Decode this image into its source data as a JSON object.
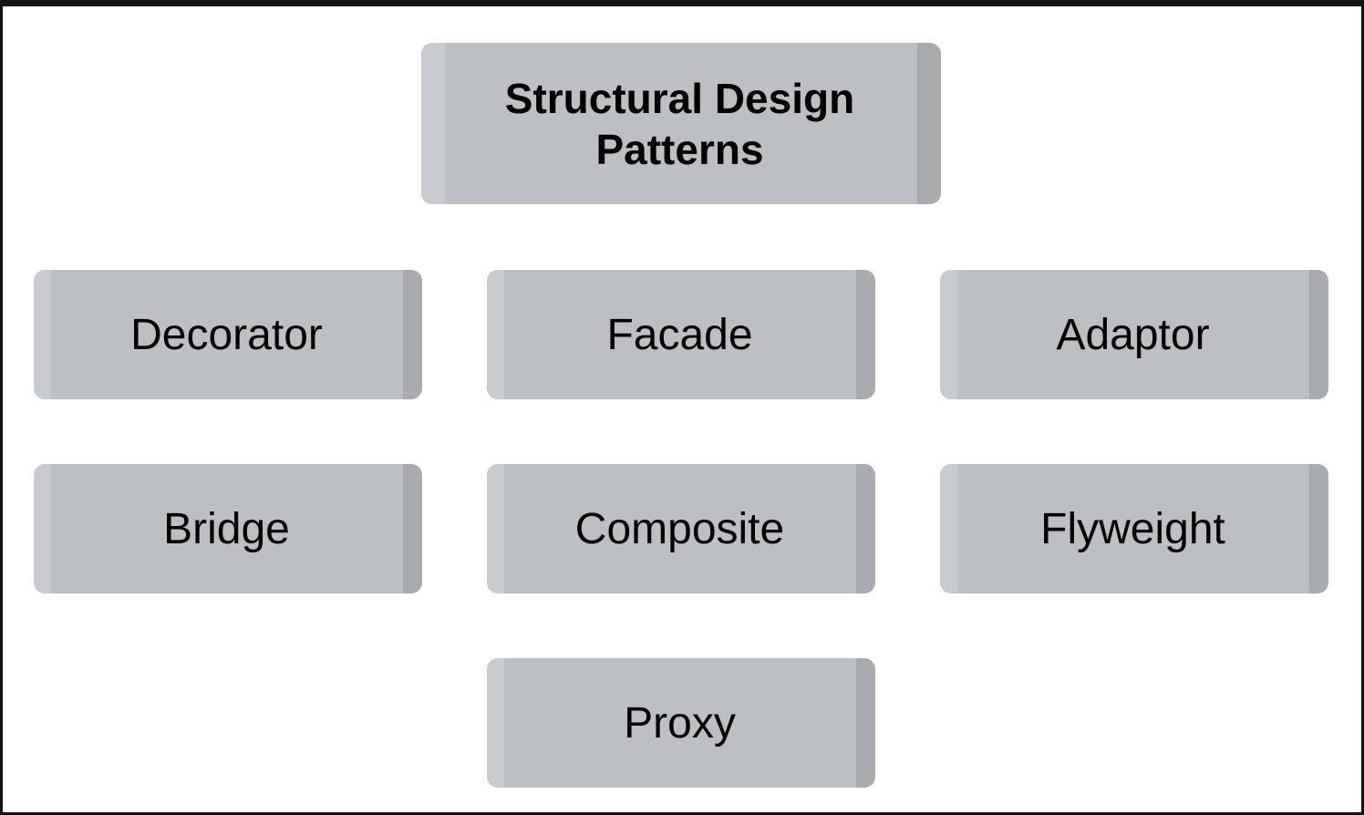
{
  "diagram": {
    "root": {
      "label": "Structural Design Patterns"
    },
    "patterns": [
      {
        "label": "Decorator"
      },
      {
        "label": "Facade"
      },
      {
        "label": "Adaptor"
      },
      {
        "label": "Bridge"
      },
      {
        "label": "Composite"
      },
      {
        "label": "Flyweight"
      },
      {
        "label": "Proxy"
      }
    ]
  },
  "colors": {
    "box_fill": "#bdc0c2",
    "box_left_edge": "#c8cbcd",
    "box_right_edge": "#a9acae",
    "frame_border": "#141414",
    "background": "#ffffff",
    "text": "#000000"
  }
}
